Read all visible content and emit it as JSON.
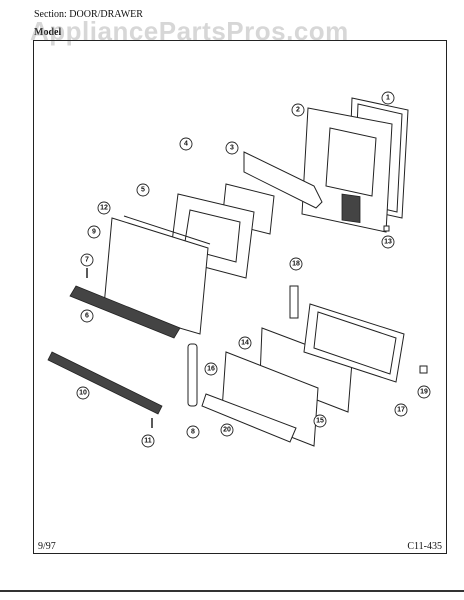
{
  "header": {
    "section": "Section:  DOOR/DRAWER",
    "model": "Model"
  },
  "watermark": "AppliancePartsPros.com",
  "footer": {
    "date": "9/97",
    "page_id": "C11-435"
  },
  "callouts": [
    "1",
    "2",
    "3",
    "4",
    "5",
    "12",
    "9",
    "7",
    "6",
    "18",
    "14",
    "16",
    "13",
    "10",
    "8",
    "20",
    "15",
    "17",
    "19",
    "11"
  ]
}
